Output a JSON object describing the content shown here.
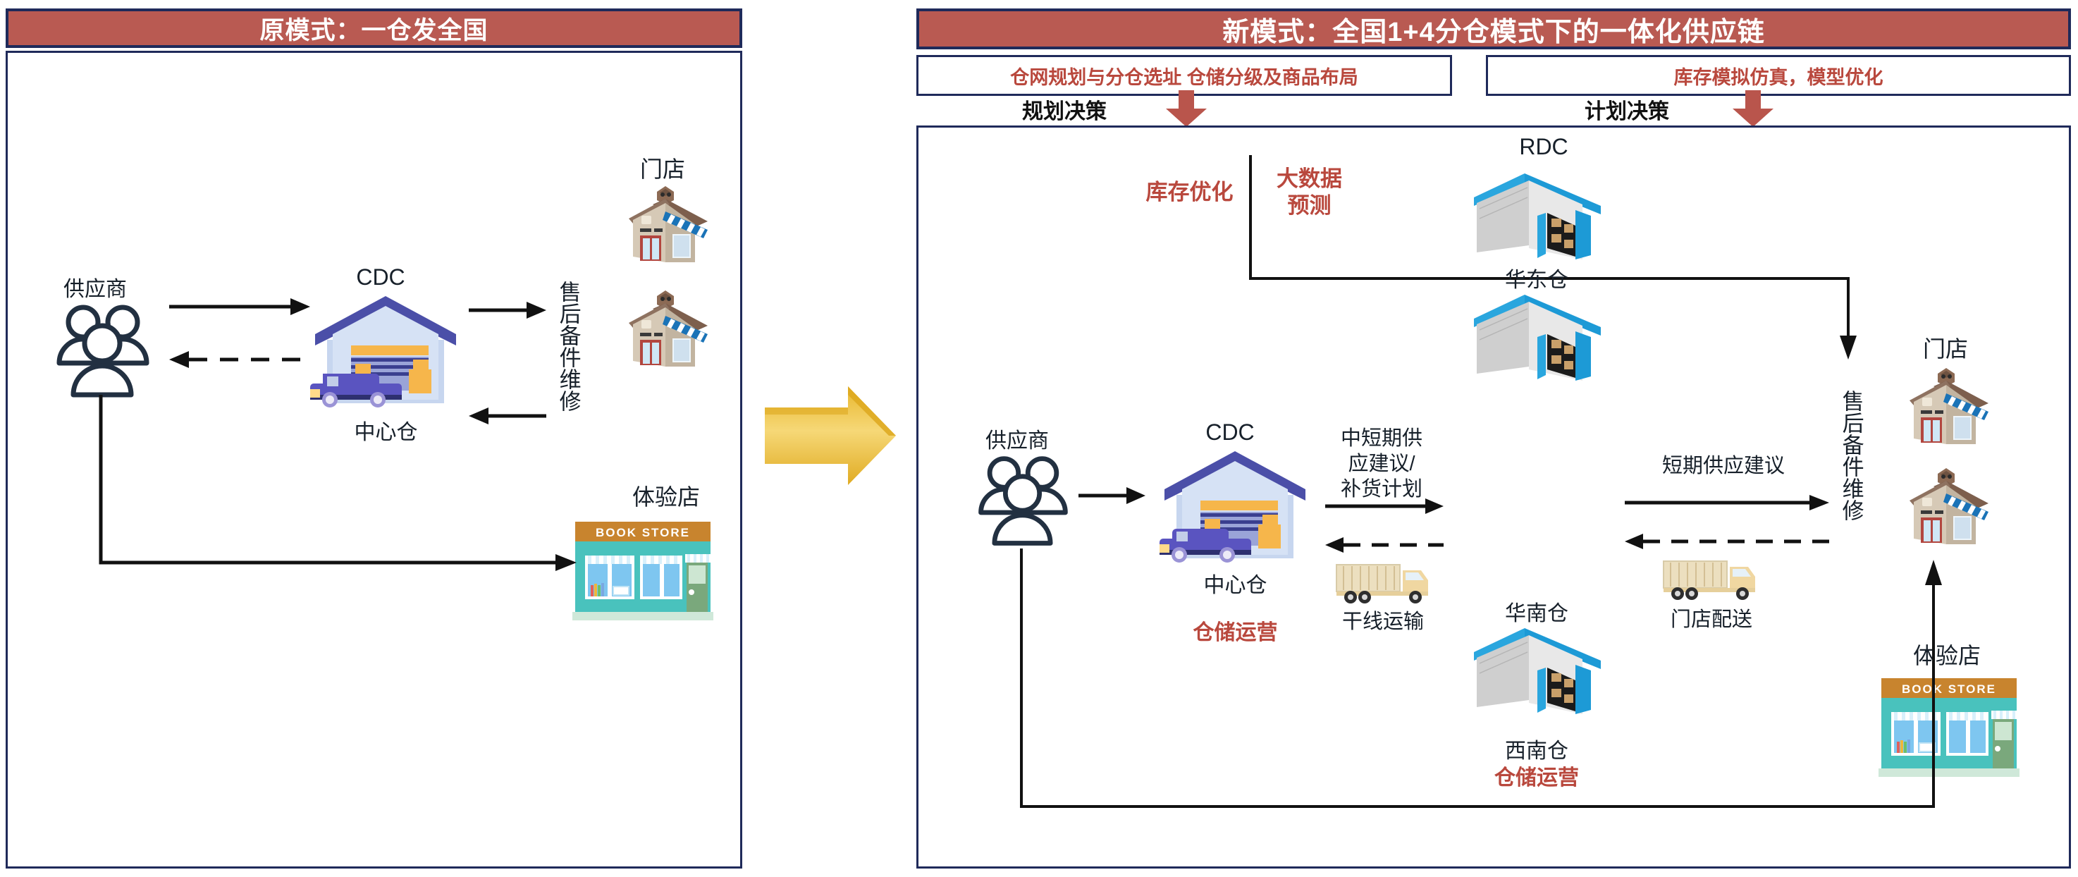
{
  "left_panel": {
    "title": "原模式：一仓发全国",
    "supplier_label": "供应商",
    "cdc_label": "CDC",
    "cdc_sub_label": "中心仓",
    "store_label": "门店",
    "service_label": "售后备件维修",
    "experience_store_label": "体验店",
    "bookstore_sign": "BOOK STORE"
  },
  "right_panel": {
    "title": "新模式：全国1+4分仓模式下的一体化供应链",
    "subbox_left": "仓网规划与分仓选址  仓储分级及商品布局",
    "subbox_right": "库存模拟仿真，模型优化",
    "decision_planning": "规划决策",
    "decision_plan": "计划决策",
    "inventory_optimization": "库存优化",
    "big_data_forecast": "大数据\n预测",
    "big_data_forecast_line1": "大数据",
    "big_data_forecast_line2": "预测",
    "supplier_label": "供应商",
    "cdc_label": "CDC",
    "cdc_sub_label": "中心仓",
    "cdc_ops_label": "仓储运营",
    "mid_short_supply": "中短期供\n应建议/\n补货计划",
    "mid_short_supply_line1": "中短期供",
    "mid_short_supply_line2": "应建议/",
    "mid_short_supply_line3": "补货计划",
    "trunk_transport": "干线运输",
    "rdc_label": "RDC",
    "rdc_warehouses": [
      {
        "name": "华东仓"
      },
      {
        "name": "华南仓"
      },
      {
        "name": "西南仓"
      }
    ],
    "rdc_ops_label": "仓储运营",
    "short_supply": "短期供应建议",
    "store_delivery": "门店配送",
    "store_label": "门店",
    "service_label": "售后备件维修",
    "experience_store_label": "体验店",
    "bookstore_sign": "BOOK STORE"
  },
  "transition_arrow": {
    "name": "gold-right-arrow"
  },
  "colors": {
    "title_bg": "#b95a52",
    "border_navy": "#1f2a5a",
    "accent_red": "#b9483d",
    "gold_arrow": "#efc244",
    "rdc_roof_blue": "#1d9ad6",
    "cdc_purple": "#5a54c0",
    "store_teal": "#49c2bd",
    "ink": "#17202a"
  }
}
